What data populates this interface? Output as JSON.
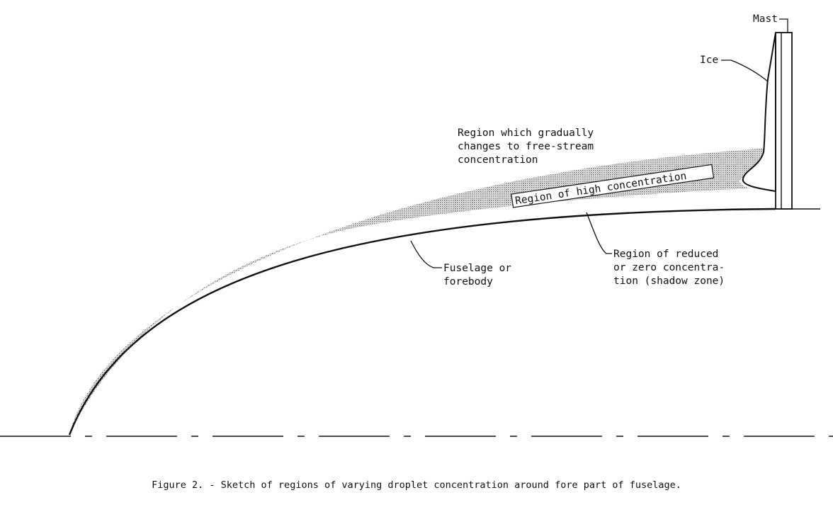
{
  "figure": {
    "caption": "Figure 2. - Sketch of regions of varying droplet concentration around fore part of fuselage."
  },
  "labels": {
    "mast": "Mast",
    "ice": "Ice",
    "gradual_region": [
      "Region which gradually",
      "changes to free-stream",
      "concentration"
    ],
    "high_concentration": "Region of high concentration",
    "fuselage": [
      "Fuselage or",
      "forebody"
    ],
    "shadow_zone": [
      "Region of reduced",
      "or zero concentra-",
      "tion (shadow zone)"
    ]
  },
  "colors": {
    "ink": "#111111",
    "shading": "#9a9a9a"
  }
}
